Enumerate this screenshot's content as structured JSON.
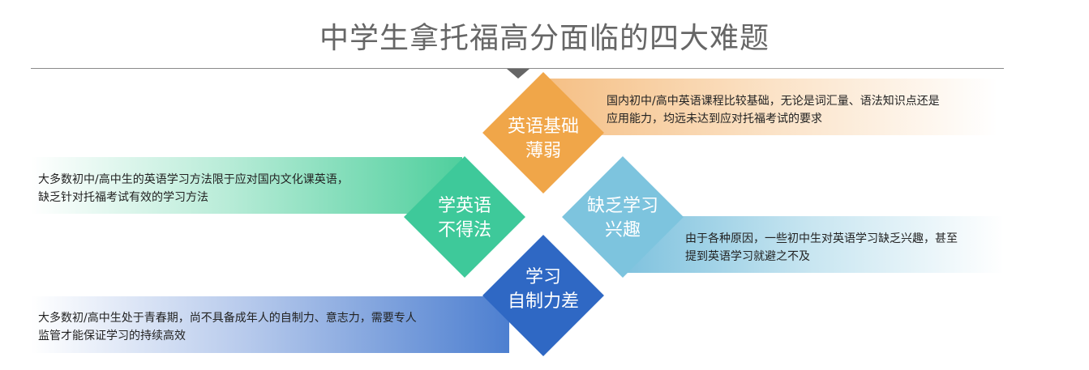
{
  "title": "中学生拿托福高分面临的四大难题",
  "items": [
    {
      "label_line1": "英语基础",
      "label_line2": "薄弱",
      "desc_line1": "国内初中/高中英语课程比较基础，无论是词汇量、语法知识点还是",
      "desc_line2": "应用能力，均远未达到应对托福考试的要求",
      "color": "#f0a649"
    },
    {
      "label_line1": "学英语",
      "label_line2": "不得法",
      "desc_line1": "大多数初中/高中生的英语学习方法限于应对国内文化课英语，",
      "desc_line2": "缺乏针对托福考试有效的学习方法",
      "color": "#3ec99a"
    },
    {
      "label_line1": "缺乏学习",
      "label_line2": "兴趣",
      "desc_line1": "由于各种原因，一些初中生对英语学习缺乏兴趣，甚至",
      "desc_line2": "提到英语学习就避之不及",
      "color": "#7dc4de"
    },
    {
      "label_line1": "学习",
      "label_line2": "自制力差",
      "desc_line1": "大多数初/高中生处于青春期，尚不具备成年人的自制力、意志力，需要专人",
      "desc_line2": "监管才能保证学习的持续高效",
      "color": "#2f68c4"
    }
  ]
}
